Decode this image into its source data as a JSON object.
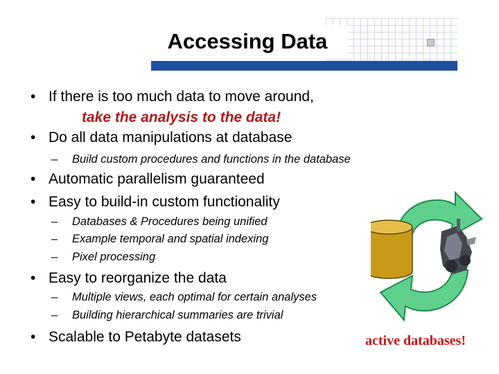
{
  "title": "Accessing Data",
  "bullets": {
    "b1_line1": "If there is too much data to move around,",
    "b1_line2": "take the analysis to the data!",
    "b2": "Do all data manipulations at database",
    "b2_sub1": "Build custom procedures and functions in the database",
    "b3": "Automatic parallelism guaranteed",
    "b4": "Easy to build-in custom functionality",
    "b4_sub1": "Databases & Procedures being unified",
    "b4_sub2": "Example temporal and spatial indexing",
    "b4_sub3": "Pixel processing",
    "b5": "Easy to reorganize the data",
    "b5_sub1": "Multiple views, each optimal for certain analyses",
    "b5_sub2": "Building hierarchical summaries are trivial",
    "b6": "Scalable to Petabyte datasets"
  },
  "markers": {
    "bullet": "•",
    "dash": "–"
  },
  "graphic_label": "active databases!",
  "colors": {
    "header_bar": "#1f4f9e",
    "emphasis": "#b01a1a",
    "label": "#d01212",
    "arrow": "#5fd08d",
    "database": "#c99a17"
  }
}
